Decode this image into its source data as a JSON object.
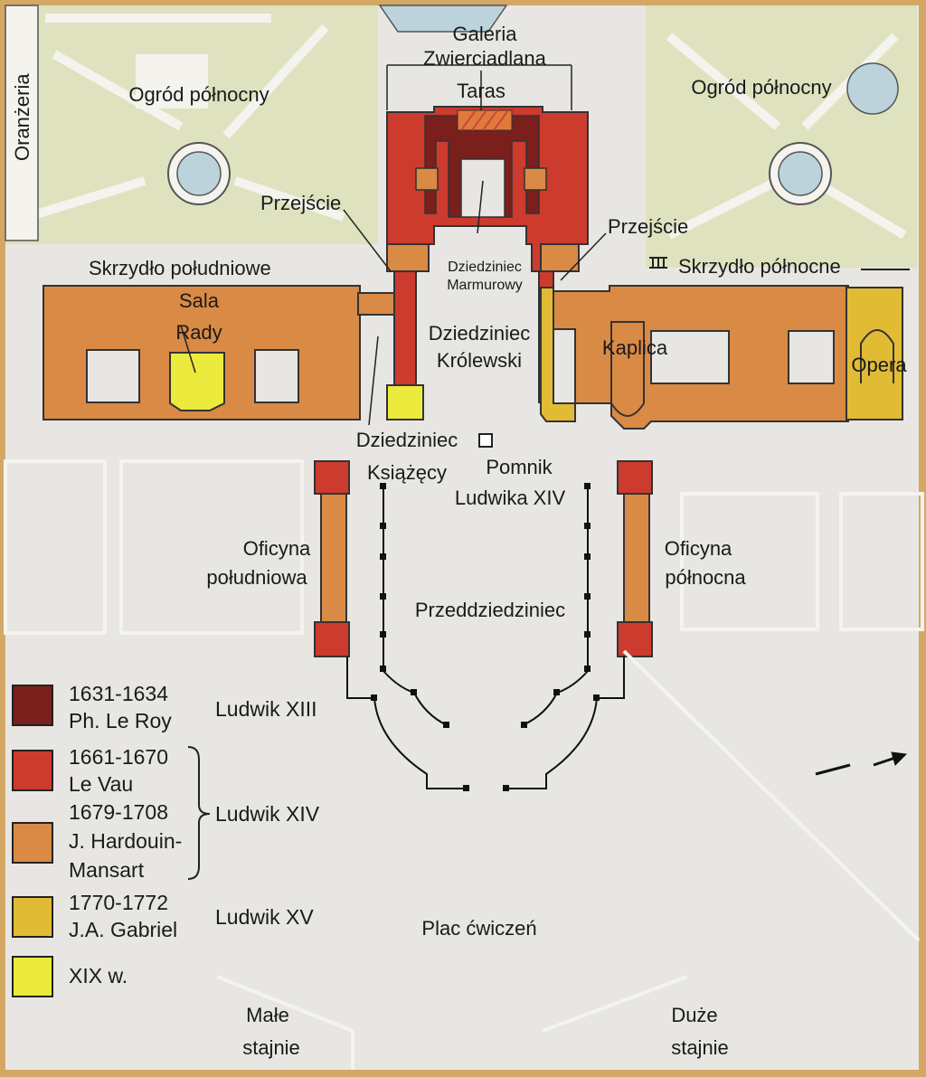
{
  "colors": {
    "c1631": "#7a1f1c",
    "c1661": "#cc3b2e",
    "c1679": "#d98a45",
    "c1770": "#e2bb34",
    "cXIX": "#ecea3c",
    "garden": "#dfe2bf",
    "water": "#bcd3dc",
    "ground": "#e8e6e3",
    "frame": "#d4a765"
  },
  "labels": {
    "galeria_1": "Galeria",
    "galeria_2": "Zwierciadlana",
    "taras": "Taras",
    "oranzeria": "Oranżeria",
    "ogrod_pn_left": "Ogród północny",
    "ogrod_pn_right": "Ogród północny",
    "przejscie_left": "Przejście",
    "przejscie_right": "Przejście",
    "skrzydlo_pd": "Skrzydło południowe",
    "skrzydlo_pn": "Skrzydło północne",
    "sala_1": "Sala",
    "sala_2": "Rady",
    "marm_1": "Dziedziniec",
    "marm_2": "Marmurowy",
    "krol_1": "Dziedziniec",
    "krol_2": "Królewski",
    "kaplica": "Kaplica",
    "opera": "Opera",
    "ksiaz_1": "Dziedziniec",
    "ksiaz_2": "Książęcy",
    "pomnik_1": "Pomnik",
    "pomnik_2": "Ludwika XIV",
    "ofic_pd_1": "Oficyna",
    "ofic_pd_2": "południowa",
    "ofic_pn_1": "Oficyna",
    "ofic_pn_2": "północna",
    "przedd": "Przeddziedziniec",
    "plac": "Plac ćwiczeń",
    "male_1": "Małe",
    "male_2": "stajnie",
    "duze_1": "Duże",
    "duze_2": "stajnie"
  },
  "legend": {
    "entries": [
      {
        "lines": [
          "1631-1634",
          "Ph. Le Roy"
        ]
      },
      {
        "lines": [
          "1661-1670",
          "Le Vau"
        ]
      },
      {
        "lines": [
          "1679-1708",
          "J. Hardouin-",
          "Mansart"
        ]
      },
      {
        "lines": [
          "1770-1772",
          "J.A. Gabriel"
        ]
      },
      {
        "lines": [
          "XIX w."
        ]
      }
    ],
    "rulers": [
      "Ludwik XIII",
      "Ludwik XIV",
      "Ludwik XV"
    ]
  }
}
